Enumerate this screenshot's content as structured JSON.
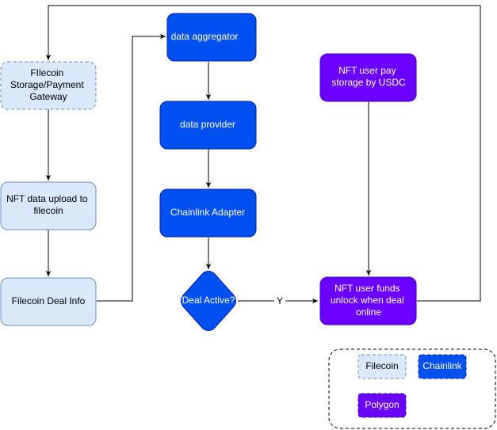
{
  "nodes": {
    "filecoin_gateway": {
      "lines": [
        "FIlecoin",
        "Storage/Payment",
        "Gateway"
      ]
    },
    "nft_upload": {
      "lines": [
        "NFT data upload to",
        "filecoin"
      ]
    },
    "deal_info": {
      "lines": [
        "Filecoin Deal Info"
      ]
    },
    "data_aggregator": {
      "lines": [
        "data aggregator"
      ]
    },
    "data_provider": {
      "lines": [
        "data provider"
      ]
    },
    "chainlink_adapter": {
      "lines": [
        "Chainlink Adapter"
      ]
    },
    "deal_active": {
      "lines": [
        "Deal Active?"
      ]
    },
    "user_pay": {
      "lines": [
        "NFT  user pay",
        "storage by USDC"
      ]
    },
    "user_funds": {
      "lines": [
        "NFT  user funds",
        "unlock when deal",
        "online"
      ]
    }
  },
  "edge_labels": {
    "yes": "Y"
  },
  "legend": {
    "filecoin": "Filecoin",
    "chainlink": "Chainlink",
    "polygon": "Polygon"
  },
  "colors": {
    "filecoin_fill": "#dae8fc",
    "filecoin_stroke": "#6c8ebf",
    "chainlink_fill": "#0050ef",
    "chainlink_stroke": "#001dbc",
    "polygon_fill": "#6a00ff",
    "polygon_stroke": "#3700cc"
  }
}
